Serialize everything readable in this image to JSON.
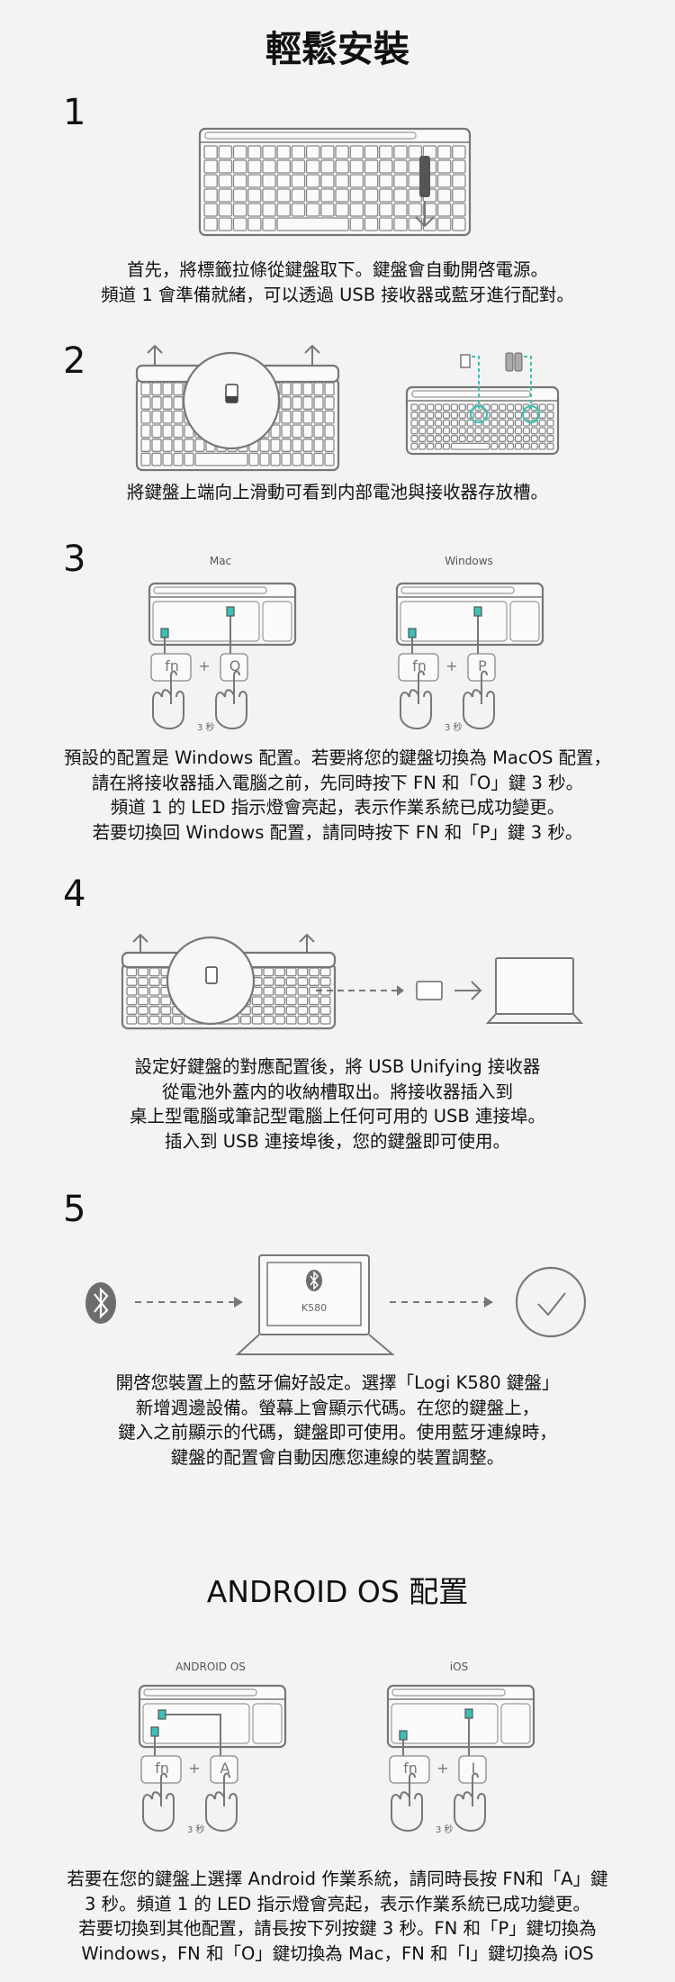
{
  "title": "輕鬆安裝",
  "steps": [
    {
      "number": "1",
      "lines": [
        "首先，將標籤拉條從鍵盤取下。鍵盤會自動開啓電源。",
        "頻道 1 會準備就緒，可以透過 USB 接收器或藍牙進行配對。"
      ]
    },
    {
      "number": "2",
      "lines": [
        "將鍵盤上端向上滑動可看到内部電池與接收器存放槽。"
      ]
    },
    {
      "number": "3",
      "lines": [
        "預設的配置是 Windows 配置。若要將您的鍵盤切換為 MacOS 配置，",
        "請在將接收器插入電腦之前，先同時按下 FN 和「O」鍵 3 秒。",
        "頻道 1 的 LED 指示燈會亮起，表示作業系統已成功變更。",
        "若要切換回 Windows 配置，請同時按下 FN 和「P」鍵 3 秒。"
      ],
      "diagrams": [
        {
          "label": "Mac",
          "key1": "fn",
          "key2": "O",
          "duration": "3 秒"
        },
        {
          "label": "Windows",
          "key1": "fn",
          "key2": "P",
          "duration": "3 秒"
        }
      ]
    },
    {
      "number": "4",
      "lines": [
        "設定好鍵盤的對應配置後，將 USB Unifying 接收器",
        "從電池外蓋内的收納槽取出。將接收器插入到",
        "桌上型電腦或筆記型電腦上任何可用的 USB 連接埠。",
        "插入到 USB 連接埠後，您的鍵盤即可使用。"
      ]
    },
    {
      "number": "5",
      "laptop_label": "K580",
      "lines": [
        "開啓您裝置上的藍牙偏好設定。選擇「Logi K580 鍵盤」",
        "新增週邊設備。螢幕上會顯示代碼。在您的鍵盤上，",
        "鍵入之前顯示的代碼，鍵盤即可使用。使用藍牙連線時，",
        "鍵盤的配置會自動因應您連線的裝置調整。"
      ]
    }
  ],
  "android": {
    "title": "ANDROID OS 配置",
    "diagrams": [
      {
        "label": "ANDROID OS",
        "key1": "fn",
        "key2": "A",
        "duration": "3 秒"
      },
      {
        "label": "iOS",
        "key1": "fn",
        "key2": "I",
        "duration": "3 秒"
      }
    ],
    "lines": [
      "若要在您的鍵盤上選擇 Android 作業系統，請同時長按 FN和「A」鍵",
      "3 秒。頻道 1 的 LED 指示燈會亮起，表示作業系統已成功變更。",
      "若要切換到其他配置，請長按下列按鍵 3 秒。FN 和「P」鍵切換為",
      "Windows，FN 和「O」鍵切換為 Mac，FN 和「I」鍵切換為 iOS"
    ]
  },
  "colors": {
    "accent": "#3cbfb4",
    "background": "#f3f3f3",
    "line": "#777777"
  }
}
